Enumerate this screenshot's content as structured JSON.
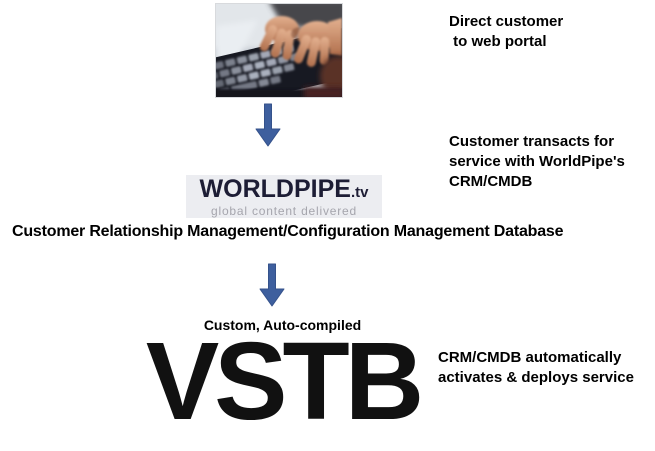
{
  "diagram": {
    "photo": {
      "description": "hands typing on laptop keyboard"
    },
    "annotations": {
      "portal": "Direct customer\n to web portal",
      "transact": "Customer transacts for\nservice with WorldPipe's\nCRM/CMDB",
      "deploy": "CRM/CMDB automatically\nactivates & deploys service"
    },
    "logo": {
      "brand": "WORLDPIPE",
      "tld": ".tv",
      "tagline": "global content delivered"
    },
    "crm_full_name": "Customer Relationship Management/Configuration Management Database",
    "vstb": {
      "caption": "Custom, Auto-compiled",
      "title": "VSTB"
    },
    "colors": {
      "arrow": "#3e5f9e",
      "arrow_stroke": "#35528b",
      "logo_text": "#1d1d35",
      "logo_background": "#ecedf1",
      "logo_tagline": "#a5a5ad",
      "text": "#000000"
    }
  }
}
